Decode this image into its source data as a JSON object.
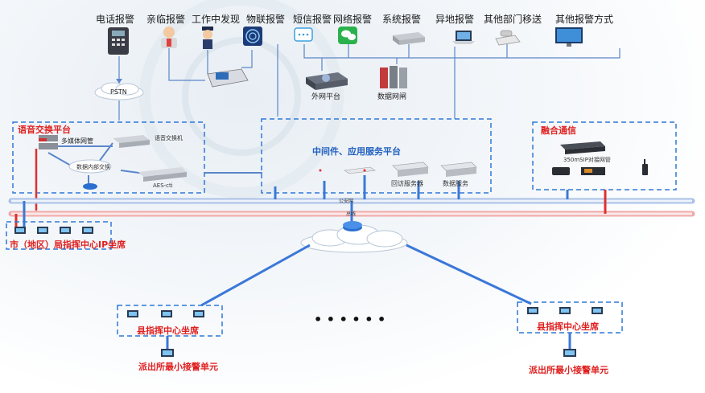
{
  "sources": [
    {
      "label": "电话报警",
      "icon": "telephone-icon"
    },
    {
      "label": "亲临报警",
      "icon": "person-icon"
    },
    {
      "label": "工作中发现",
      "icon": "police-officer-icon"
    },
    {
      "label": "物联报警",
      "icon": "fingerprint-icon"
    },
    {
      "label": "短信报警",
      "icon": "sms-icon"
    },
    {
      "label": "网络报警",
      "icon": "wechat-icon"
    },
    {
      "label": "系统报警",
      "icon": "server-box-icon"
    },
    {
      "label": "异地报警",
      "icon": "laptop-icon"
    },
    {
      "label": "其他部门移送",
      "icon": "desk-phone-icon"
    },
    {
      "label": "其他报警方式",
      "icon": "monitor-icon"
    }
  ],
  "pstn": "PSTN",
  "outer_platform": "外网平台",
  "data_gateway": "数据网闸",
  "voice_platform": {
    "title": "语音交换平台",
    "media_gateway": "多媒体网管",
    "voice_switch": "语音交换机",
    "internal_switch": "数据内部交换",
    "aes": "AES-cti"
  },
  "middleware": {
    "title": "中间件、应用服务平台",
    "callback": "回访服务器",
    "data_service": "数据服务"
  },
  "fusion": {
    "title": "融合通信",
    "gateway": "350mSIP对接网管"
  },
  "net": {
    "public": "公安网",
    "bus": "总线"
  },
  "city_seat": "市（地区）局指挥中心IP坐席",
  "county_seat_left": "县指挥中心坐席",
  "county_seat_right": "县指挥中心坐席",
  "station_left": "派出所最小接警单元",
  "station_right": "派出所最小接警单元",
  "ellipsis": "• • • • • •",
  "colors": {
    "accent": "#e02020",
    "brand": "#1f5fbf",
    "line": "#5b86c9"
  }
}
